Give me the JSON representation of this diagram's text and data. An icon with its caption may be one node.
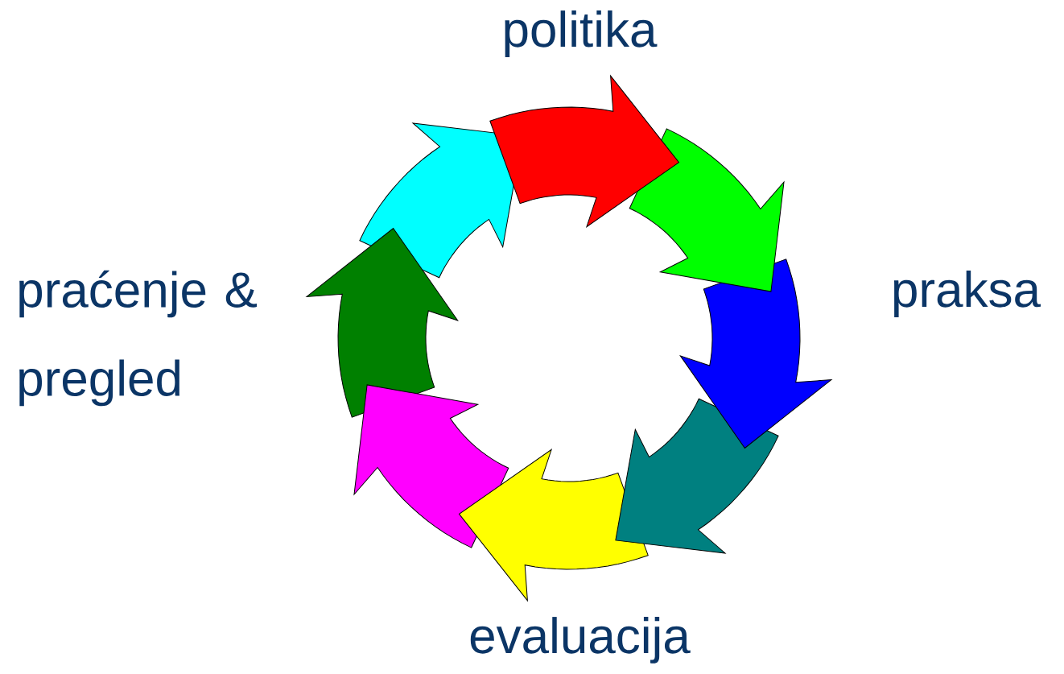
{
  "diagram": {
    "labels": [
      "politika",
      "praksa",
      "evaluacija",
      "praćenje & pregled"
    ]
  }
}
